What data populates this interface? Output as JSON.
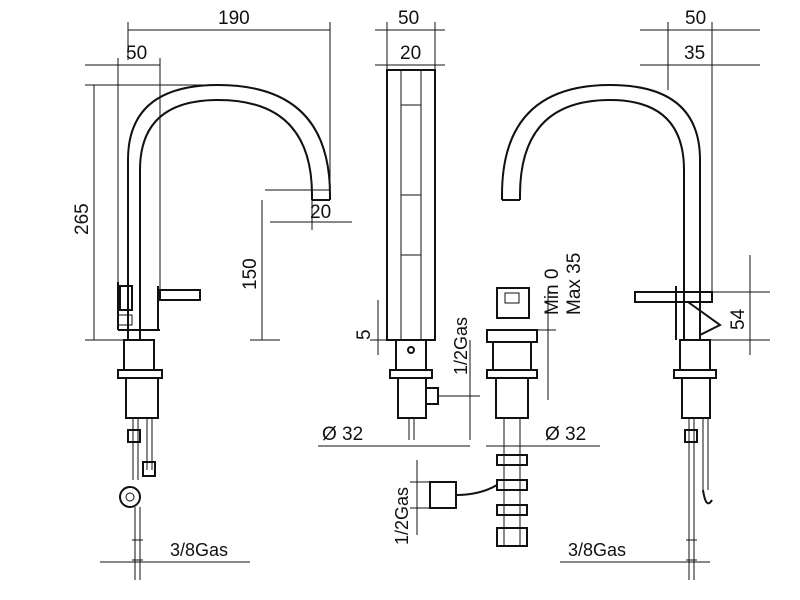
{
  "dimensions": {
    "overall_reach": "190",
    "base_width_left": "50",
    "spout_end": "20",
    "total_height": "265",
    "spout_height": "150",
    "front_width": "50",
    "front_inner": "20",
    "front_offset": "5",
    "right_width": "50",
    "right_inner": "35",
    "lever_height": "54",
    "hole_left": "Ø 32",
    "hole_right": "Ø 32",
    "adjust_min": "Min 0",
    "adjust_max": "Max 35"
  },
  "connections": {
    "left_supply": "3/8Gas",
    "right_supply": "3/8Gas",
    "center_top": "1/2Gas",
    "center_bottom": "1/2Gas"
  }
}
